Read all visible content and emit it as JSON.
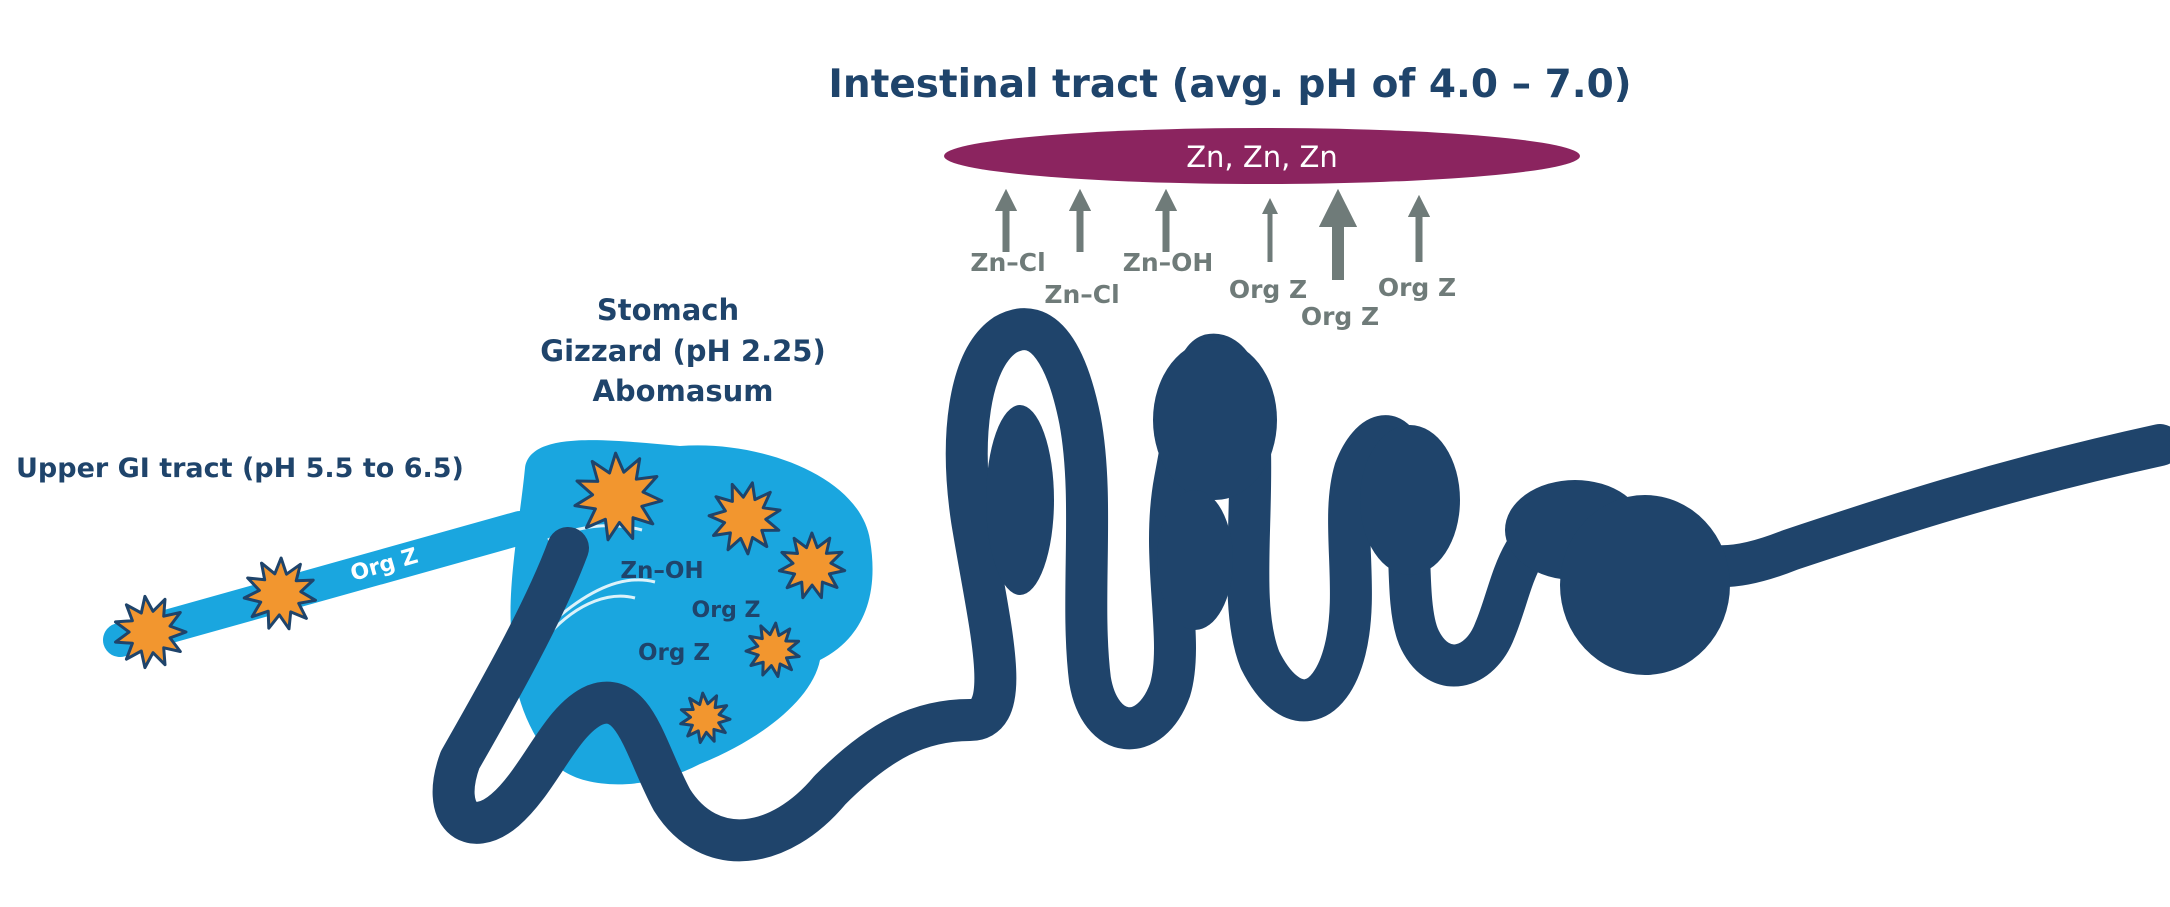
{
  "colors": {
    "navy": "#1f446b",
    "sky": "#1aa6df",
    "orange": "#f2962f",
    "plum": "#8b245f",
    "gray": "#6f7b79",
    "white": "#ffffff"
  },
  "title": "Intestinal tract (avg. pH of 4.0 – 7.0)",
  "absorption_site": {
    "label": "Zn, Zn, Zn"
  },
  "stomach": {
    "line1": "Stomach",
    "line2": "Gizzard (pH 2.25)",
    "line3": "Abomasum",
    "zn_oh": "Zn–OH",
    "orgz_a": "Org Z",
    "orgz_b": "Org Z"
  },
  "upper_gi": {
    "label": "Upper GI tract (pH 5.5 to 6.5)",
    "tube_label": "Org Z"
  },
  "arrows": [
    {
      "label": "Zn–Cl"
    },
    {
      "label": "Zn–Cl"
    },
    {
      "label": "Zn–OH"
    },
    {
      "label": "Org Z"
    },
    {
      "label": "Org Z"
    },
    {
      "label": "Org Z"
    }
  ]
}
